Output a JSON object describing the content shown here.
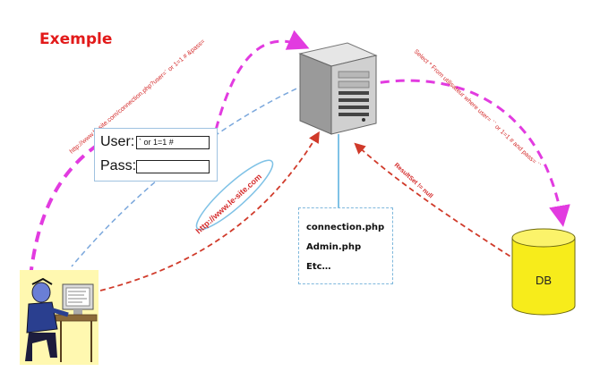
{
  "title": "Exemple",
  "login": {
    "user_label": "User:",
    "pass_label": "Pass:",
    "user_value": "` or 1=1 #",
    "pass_value": ""
  },
  "files": [
    "connection.php",
    "Admin.php",
    "Etc…"
  ],
  "db_label": "DB",
  "arrow_labels": {
    "request_url": "http://www.le-site.com/connection.php?user=` or 1=1 # &pass=",
    "site_url": "http://www.le-site.com",
    "sql_query": "Select * From utilisateur where user= `` or 1=1 # and pass= ``",
    "resultset": "ResultSet != null"
  },
  "colors": {
    "title": "#e21a1a",
    "magenta_arrow": "#e23be0",
    "red_arrow": "#d03a2a",
    "blue_arrow": "#7aa7dc",
    "db_fill": "#f7ec1b",
    "label_red": "#d42a2a"
  }
}
